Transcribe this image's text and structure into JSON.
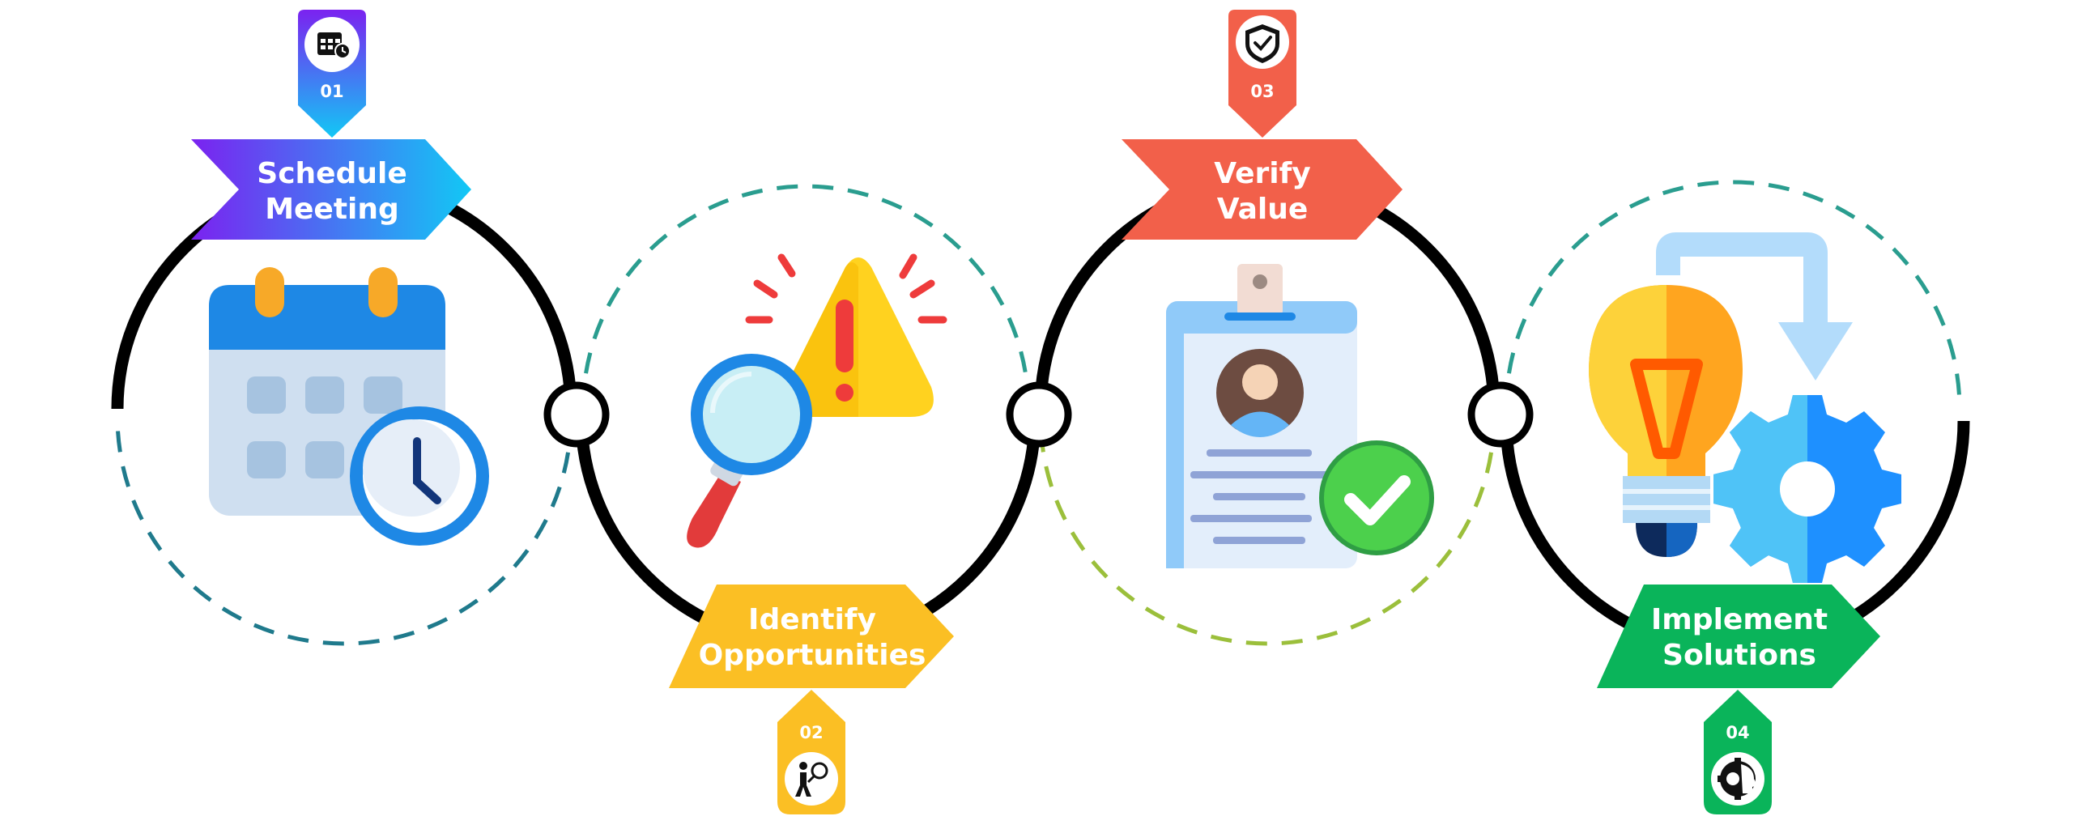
{
  "steps": [
    {
      "number": "01",
      "line1": "Schedule",
      "line2": "Meeting",
      "icon": "calendar-clock-icon",
      "color": "#3b6cf5"
    },
    {
      "number": "02",
      "line1": "Identify",
      "line2": "Opportunities",
      "icon": "magnifier-warning-icon",
      "color": "#fbbf24"
    },
    {
      "number": "03",
      "line1": "Verify",
      "line2": "Value",
      "icon": "id-badge-check-icon",
      "color": "#f2604a"
    },
    {
      "number": "04",
      "line1": "Implement",
      "line2": "Solutions",
      "icon": "lightbulb-gear-icon",
      "color": "#0ab45a"
    }
  ]
}
